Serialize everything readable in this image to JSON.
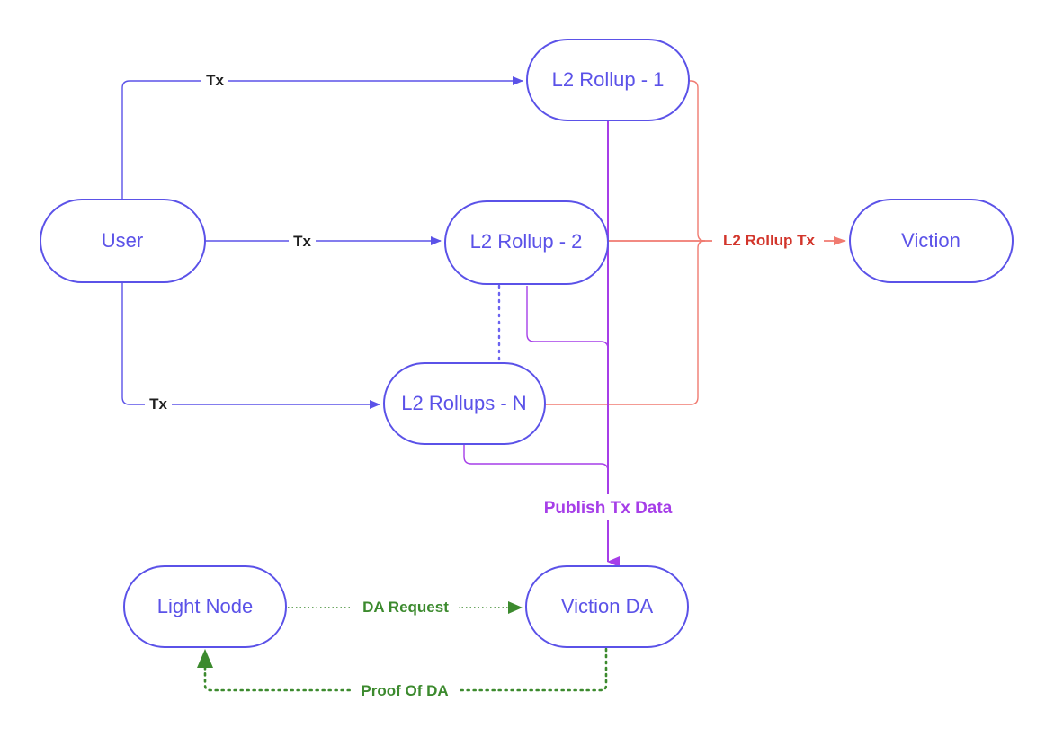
{
  "colors": {
    "node_stroke": "#5b52e8",
    "node_text": "#5b52e8",
    "tx_edge": "#5b52e8",
    "rollup_tx_edge": "#f07a70",
    "rollup_tx_label": "#d2352b",
    "publish_edge": "#a63ee8",
    "da_edge": "#3c8a2e",
    "edge_label_dark": "#1f1f1f",
    "dotted_link": "#6b63f0"
  },
  "nodes": {
    "user": "User",
    "rollup_1": "L2 Rollup - 1",
    "rollup_2": "L2 Rollup - 2",
    "rollup_n": "L2 Rollups - N",
    "viction": "Viction",
    "viction_da": "Viction DA",
    "light_node": "Light Node"
  },
  "edges": {
    "tx_top": "Tx",
    "tx_mid": "Tx",
    "tx_bottom": "Tx",
    "rollup_tx": "L2 Rollup Tx",
    "publish": "Publish Tx Data",
    "da_request": "DA Request",
    "proof_of_da": "Proof Of DA"
  }
}
